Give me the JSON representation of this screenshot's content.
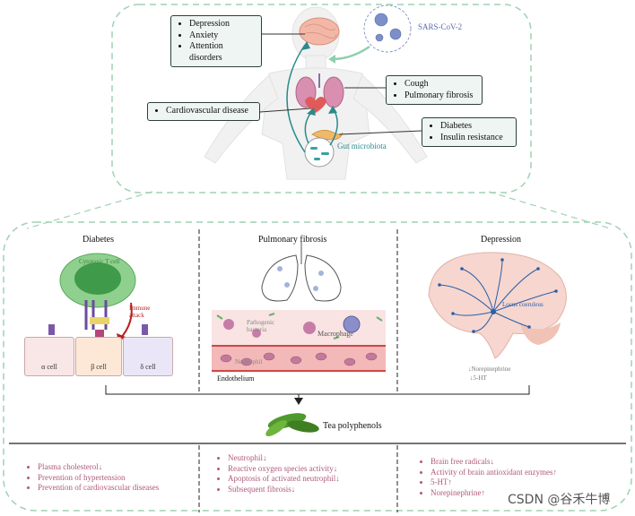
{
  "top": {
    "callouts": [
      {
        "items": [
          "Depression",
          "Anxiety",
          "Attention disorders"
        ]
      },
      {
        "items": [
          "Cough",
          "Pulmonary fibrosis"
        ]
      },
      {
        "items": [
          "Cardiovascular disease"
        ]
      },
      {
        "items": [
          "Diabetes",
          "Insulin resistance"
        ]
      }
    ],
    "virus_label": "SARS-CoV-2",
    "gut_label": "Gut microbiota"
  },
  "panels": {
    "diabetes": {
      "title": "Diabetes",
      "cytotoxic_label": "Cytotoxic T cell",
      "immune_label": "Immune attack",
      "cells": [
        "α cell",
        "β cell",
        "δ cell"
      ]
    },
    "pulmonary": {
      "title": "Pulmonary fibrosis",
      "pathogenic_label": "Pathogenic bacteria",
      "macrophage_label": "Macrophage",
      "neutrophil_label": "Neutrophil",
      "endothelium_label": "Endothelium"
    },
    "depression": {
      "title": "Depression",
      "locus_label": "Locus coeruleus",
      "markers": [
        "↓Norepinephrine",
        "↓5-HT"
      ]
    }
  },
  "center": {
    "tea_label": "Tea polyphenols"
  },
  "effects": {
    "col1": [
      "Plasma cholesterol↓",
      "Prevention of hypertension",
      "Prevention of cardiovascular diseases"
    ],
    "col2": [
      "Neutrophil↓",
      "Reactive oxygen species activity↓",
      "Apoptosis of activated neutrophil↓",
      "Subsequent fibrosis↓"
    ],
    "col3": [
      "Brain free radicals↓",
      "Activity of brain antioxidant enzymes↑",
      "5-HT↑",
      "Norepinephrine↑"
    ]
  },
  "watermark": "CSDN @谷禾牛博",
  "colors": {
    "border_dash": "#9fd2b4",
    "callout_bg": "#eef5f3",
    "effect_text": "#b05a7c",
    "arrow": "#2b8a8a"
  }
}
